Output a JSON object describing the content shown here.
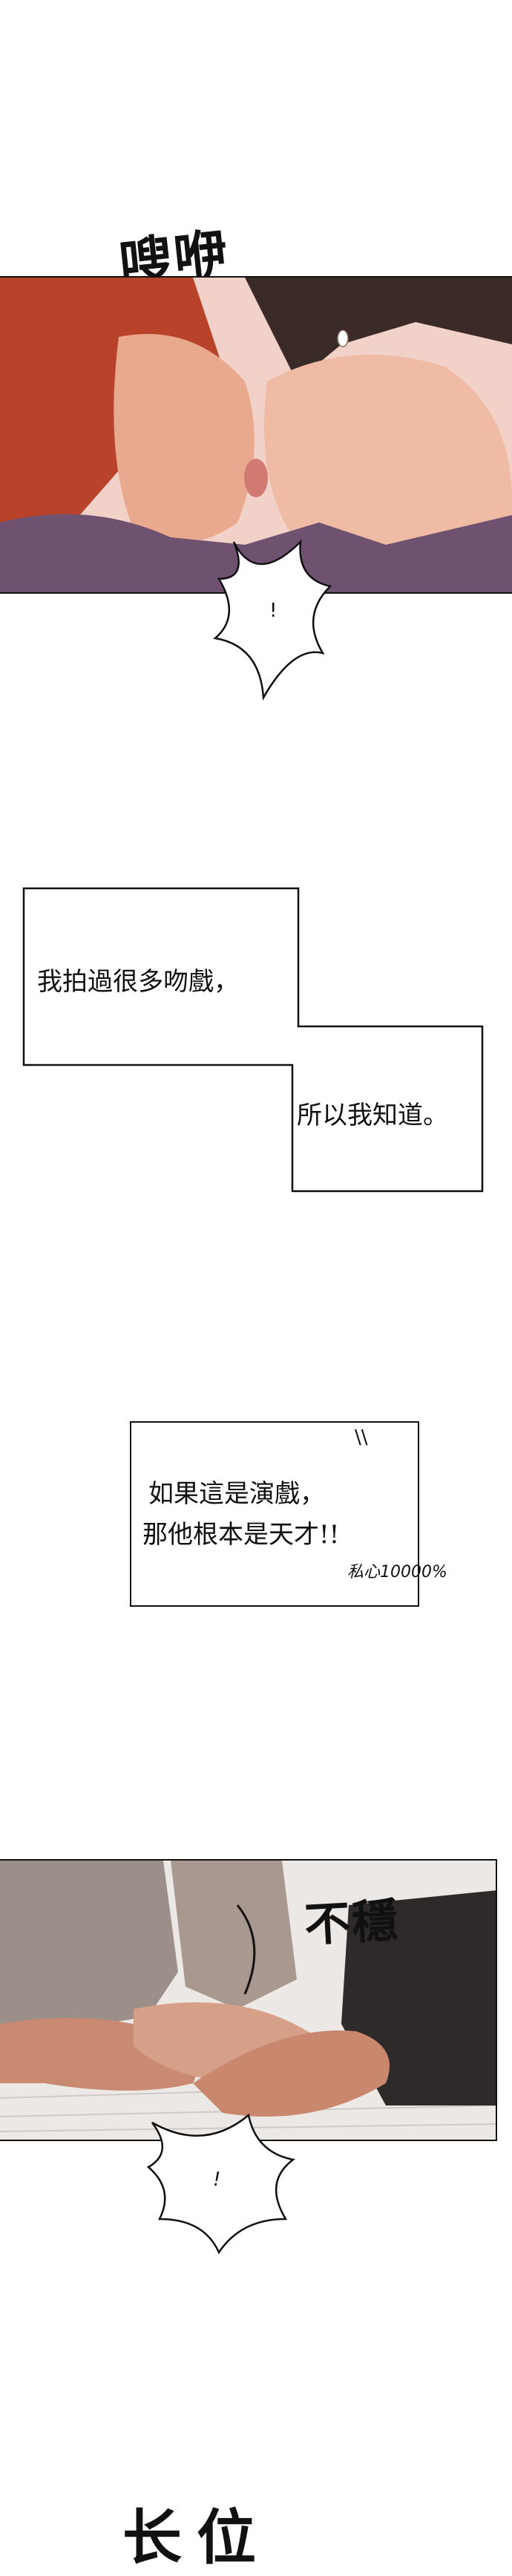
{
  "panel1": {
    "sfx": "嗖咿",
    "bubble_text": "!"
  },
  "captions": {
    "box1_text": "我拍過很多吻戲，",
    "box2_text": "所以我知道。",
    "box3_line1": "如果這是演戲，",
    "box3_line2": "那他根本是天才!!",
    "box3_note": "私心10000%",
    "box3_marks": "\\\\"
  },
  "panel2": {
    "sfx": "不穩",
    "bubble_text": "!"
  },
  "bottom": {
    "sfx": "长位"
  },
  "colors": {
    "hair": "#b8432a",
    "skin": "#e8a48a",
    "shirt": "#6e5270",
    "floor": "#e8e3e1",
    "slipper": "#c98a72",
    "pants": "#9c8e88"
  }
}
